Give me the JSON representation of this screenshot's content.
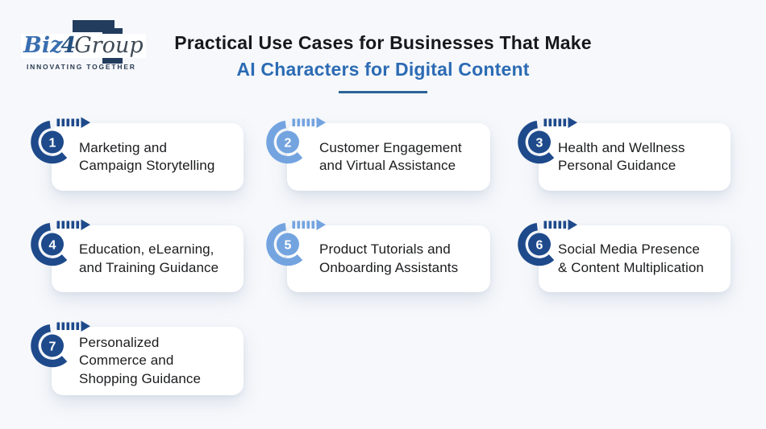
{
  "logo": {
    "brand_biz": "Biz",
    "brand_4": "4",
    "brand_group": "Group",
    "tagline": "INNOVATING TOGETHER",
    "navy": "#223c5e",
    "blue": "#3a6fb0"
  },
  "title": {
    "line1": "Practical Use Cases for Businesses That Make",
    "line2": "AI Characters for Digital Content"
  },
  "items": [
    {
      "number": "1",
      "label": "Marketing and\nCampaign Storytelling",
      "variant": "dark"
    },
    {
      "number": "2",
      "label": "Customer Engagement\nand Virtual Assistance",
      "variant": "light"
    },
    {
      "number": "3",
      "label": "Health and Wellness\nPersonal Guidance",
      "variant": "dark"
    },
    {
      "number": "4",
      "label": "Education, eLearning,\nand Training Guidance",
      "variant": "dark"
    },
    {
      "number": "5",
      "label": "Product Tutorials and\nOnboarding Assistants",
      "variant": "light"
    },
    {
      "number": "6",
      "label": "Social Media Presence\n& Content Multiplication",
      "variant": "dark"
    },
    {
      "number": "7",
      "label": "Personalized\nCommerce and\nShopping Guidance",
      "variant": "dark"
    }
  ],
  "colors": {
    "badge_dark": "#1e4a8b",
    "badge_light": "#74a4e0",
    "title_text": "#16181d",
    "title_blue": "#2c6bb4",
    "divider": "#2d6396",
    "background": "#f6f8fb",
    "card": "#ffffff"
  }
}
